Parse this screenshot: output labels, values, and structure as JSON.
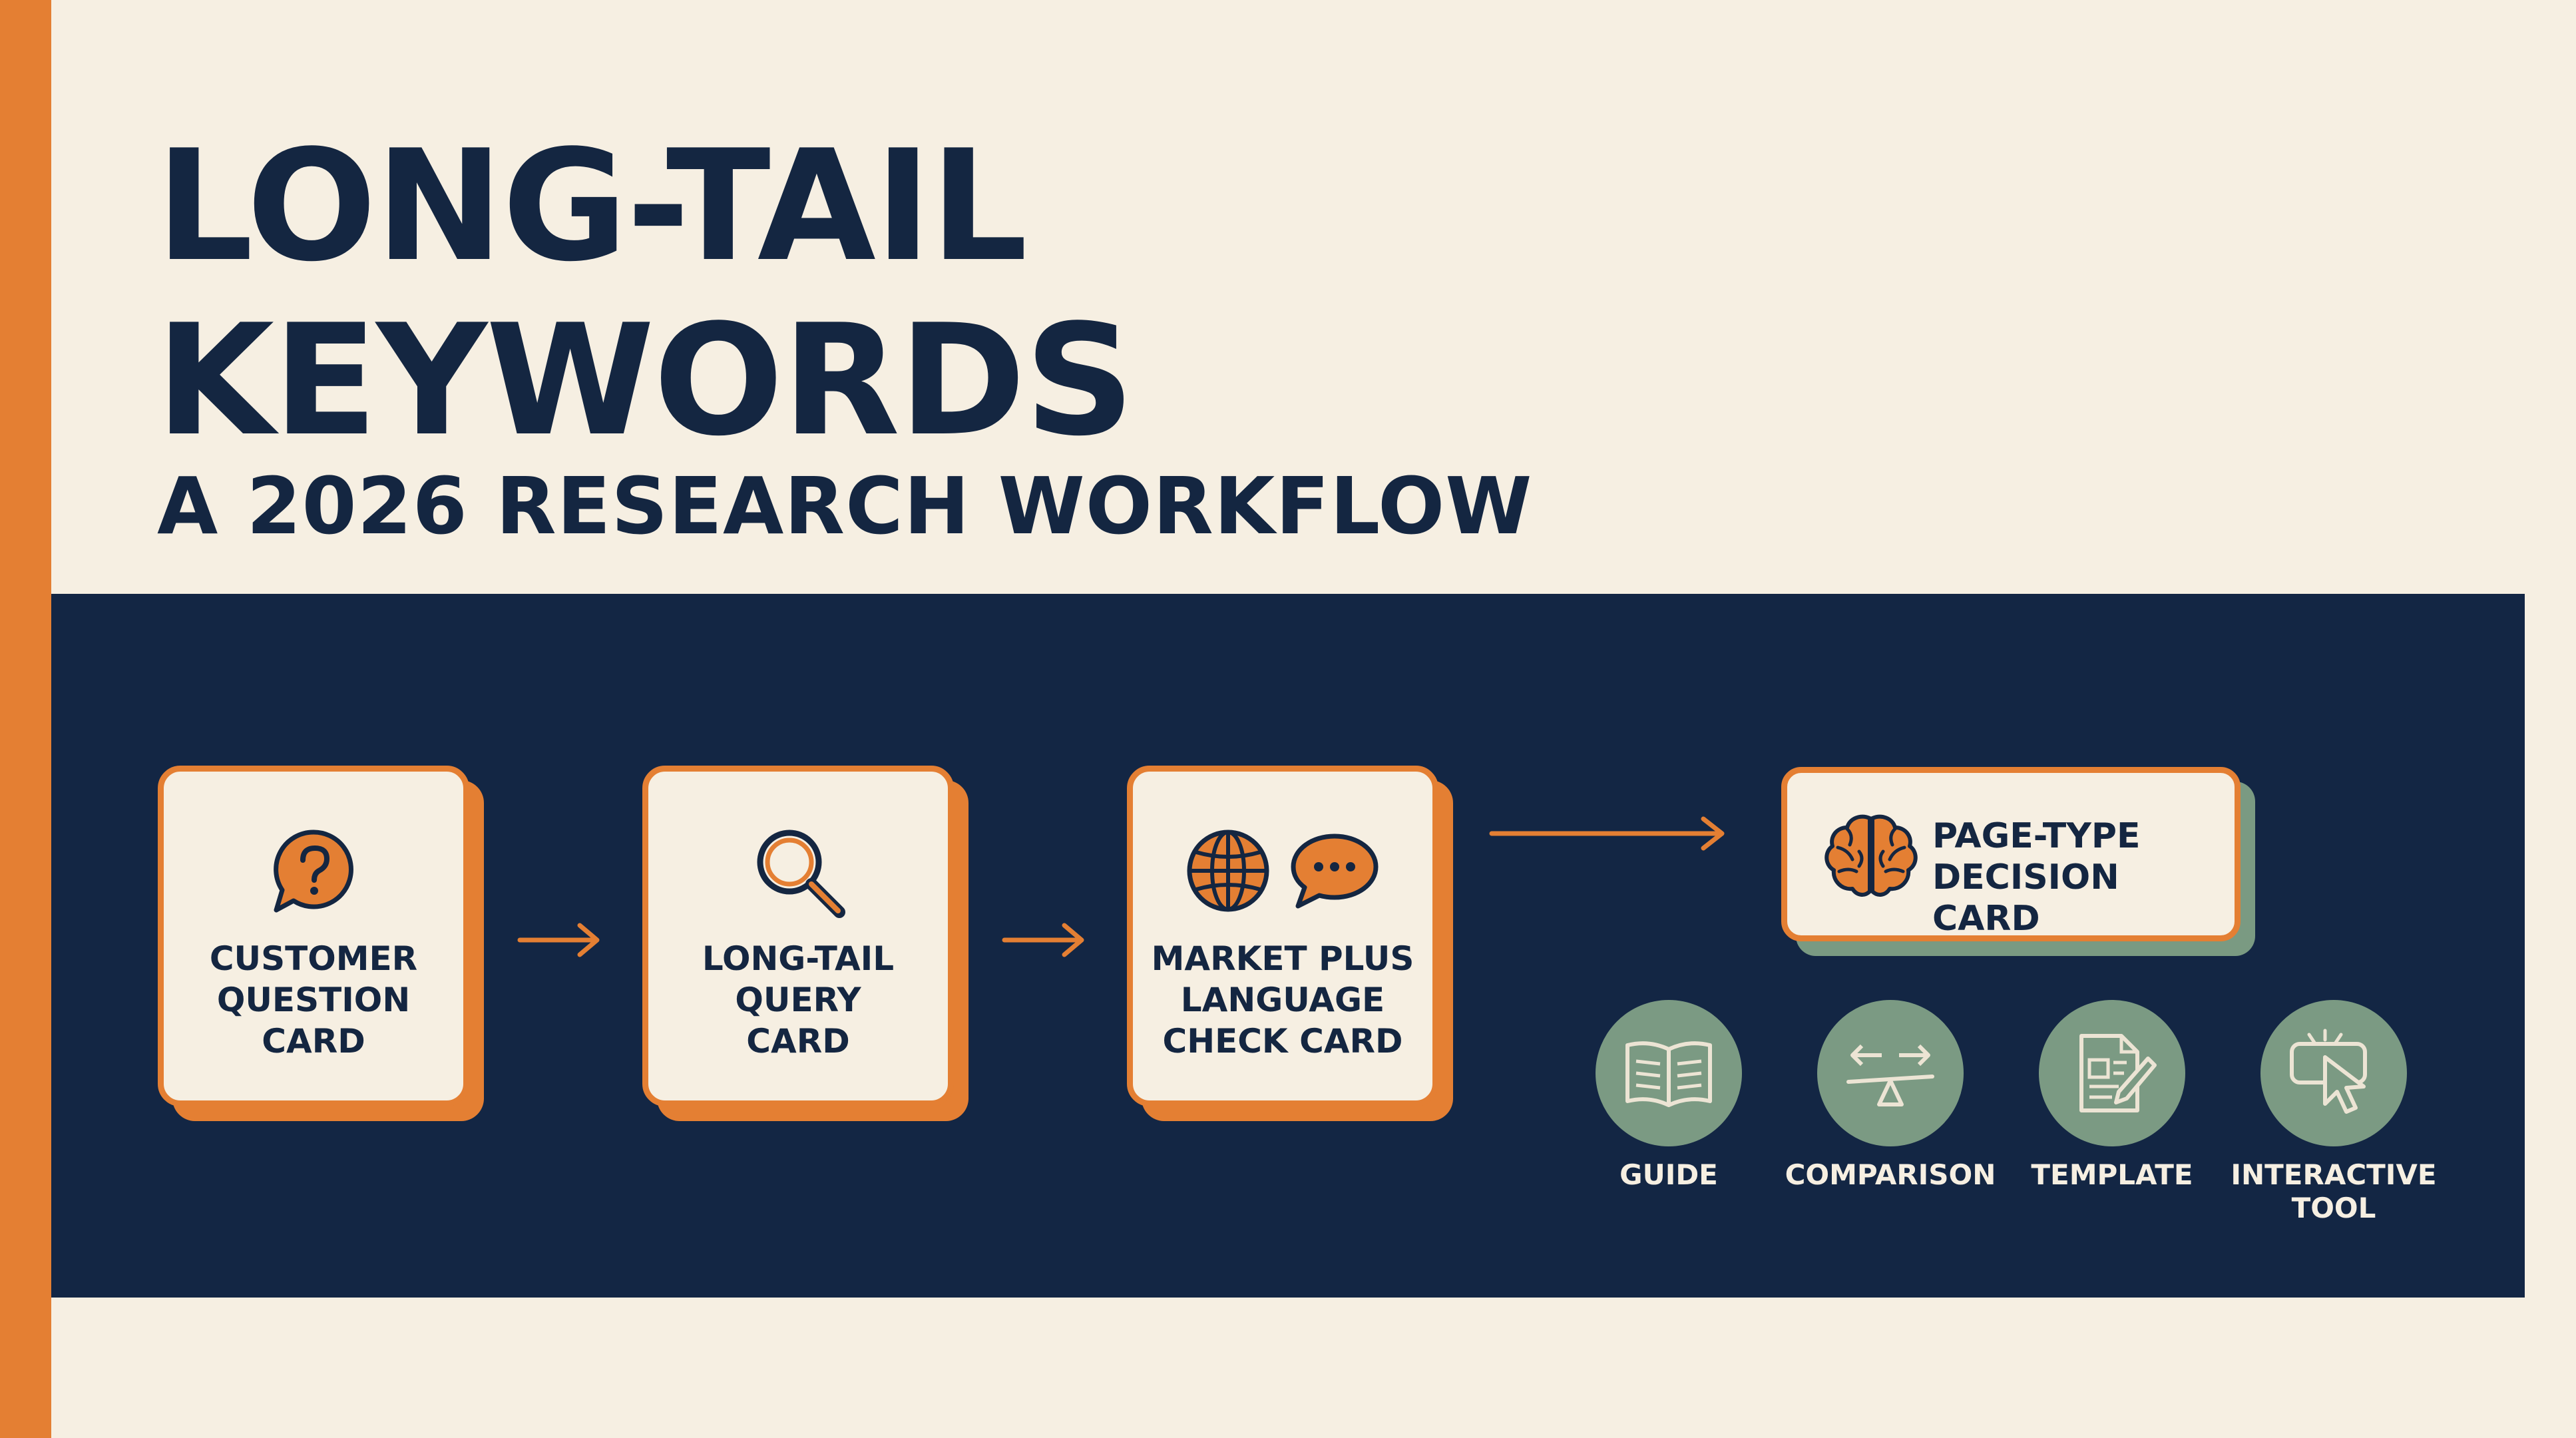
{
  "header": {
    "title_line1": "LONG-TAIL",
    "title_line2": "KEYWORDS",
    "subtitle": "A 2026 RESEARCH WORKFLOW"
  },
  "workflow": {
    "cards": [
      {
        "label": "CUSTOMER\nQUESTION\nCARD",
        "icon": "question-bubble-icon"
      },
      {
        "label": "LONG-TAIL\nQUERY\nCARD",
        "icon": "magnifier-icon"
      },
      {
        "label": "MARKET PLUS\nLANGUAGE\nCHECK CARD",
        "icon": "globe-and-chat-icons"
      }
    ],
    "decision": {
      "label": "PAGE-TYPE\nDECISION CARD",
      "icon": "brain-icon"
    },
    "page_types": [
      {
        "label": "GUIDE",
        "icon": "open-book-icon"
      },
      {
        "label": "COMPARISON",
        "icon": "balance-arrows-icon"
      },
      {
        "label": "TEMPLATE",
        "icon": "document-pencil-icon"
      },
      {
        "label": "INTERACTIVE\nTOOL",
        "icon": "cursor-click-icon"
      }
    ]
  },
  "colors": {
    "background": "#f6efe2",
    "accent": "#e47f33",
    "navy": "#132644",
    "sage": "#7b9a83"
  }
}
